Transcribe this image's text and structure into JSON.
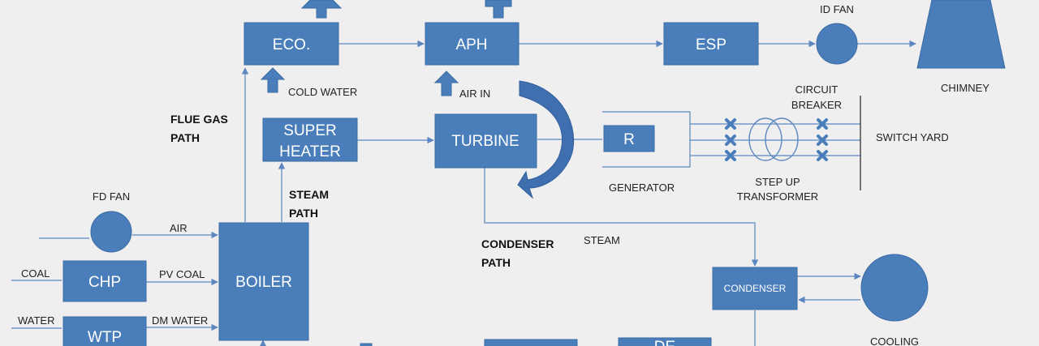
{
  "boxes": {
    "eco": "ECO.",
    "aph": "APH",
    "esp": "ESP",
    "super_heater_line1": "SUPER",
    "super_heater_line2": "HEATER",
    "turbine": "TURBINE",
    "generator_r": "R",
    "condenser": "CONDENSER",
    "chp": "CHP",
    "boiler": "BOILER",
    "wtp": "WTP",
    "de_partial": "DE"
  },
  "labels": {
    "id_fan": "ID FAN",
    "chimney": "CHIMNEY",
    "cold_water": "COLD WATER",
    "air_in": "AIR IN",
    "circuit_breaker_line1": "CIRCUIT",
    "circuit_breaker_line2": "BREAKER",
    "switch_yard": "SWITCH YARD",
    "generator": "GENERATOR",
    "step_up_line1": "STEP UP",
    "step_up_line2": "TRANSFORMER",
    "fd_fan": "FD FAN",
    "air": "AIR",
    "coal": "COAL",
    "pv_coal": "PV COAL",
    "water": "WATER",
    "dm_water": "DM WATER",
    "steam": "STEAM",
    "cooling_partial": "COOLING"
  },
  "paths": {
    "flue_gas_line1": "FLUE GAS",
    "flue_gas_line2": "PATH",
    "steam_path_line1": "STEAM",
    "steam_path_line2": "PATH",
    "condenser_path_line1": "CONDENSER",
    "condenser_path_line2": "PATH"
  },
  "colors": {
    "box_fill": "#4a7ebb",
    "line": "#5b86c0",
    "background": "#efefef"
  }
}
